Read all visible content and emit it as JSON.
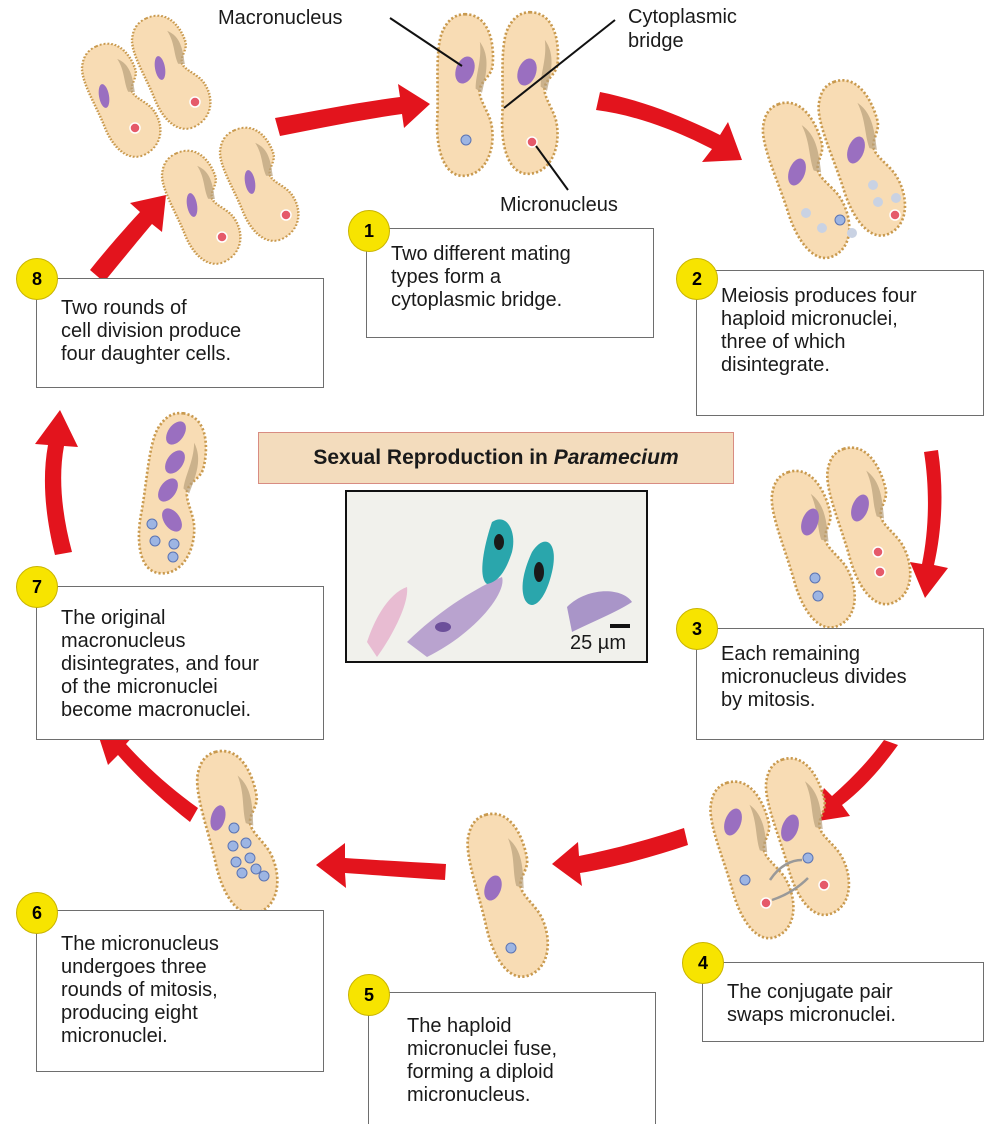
{
  "title": {
    "prefix": "Sexual Reproduction in ",
    "italic": "Paramecium"
  },
  "labels": {
    "macronucleus": "Macronucleus",
    "cytoplasmic_bridge_1": "Cytoplasmic",
    "cytoplasmic_bridge_2": "bridge",
    "micronucleus": "Micronucleus"
  },
  "micrograph": {
    "scale_label": "25 µm"
  },
  "steps": [
    {
      "number": "1",
      "lines": [
        "Two different mating",
        "types form a",
        "cytoplasmic bridge."
      ]
    },
    {
      "number": "2",
      "lines": [
        "Meiosis produces four",
        "haploid micronuclei,",
        "three of which",
        "disintegrate."
      ]
    },
    {
      "number": "3",
      "lines": [
        "Each remaining",
        "micronucleus divides",
        "by mitosis."
      ]
    },
    {
      "number": "4",
      "lines": [
        "The conjugate pair",
        "swaps micronuclei."
      ]
    },
    {
      "number": "5",
      "lines": [
        "The haploid",
        "micronuclei fuse,",
        "forming a diploid",
        "micronucleus."
      ]
    },
    {
      "number": "6",
      "lines": [
        "The micronucleus",
        "undergoes three",
        "rounds of mitosis,",
        "producing eight",
        "micronuclei."
      ]
    },
    {
      "number": "7",
      "lines": [
        "The original",
        "macronucleus",
        "disintegrates, and four",
        "of the micronuclei",
        "become macronuclei."
      ]
    },
    {
      "number": "8",
      "lines": [
        "Two rounds of",
        "cell division produce",
        "four daughter cells."
      ]
    }
  ],
  "colors": {
    "cell_fill": "#f8dcb4",
    "cell_border": "#c99a4f",
    "macronucleus": "#9a6fc0",
    "micronucleus_blue": "#9db5e3",
    "micronucleus_red": "#e55a6a",
    "arrow": "#e3141d",
    "badge": "#f7e400"
  }
}
